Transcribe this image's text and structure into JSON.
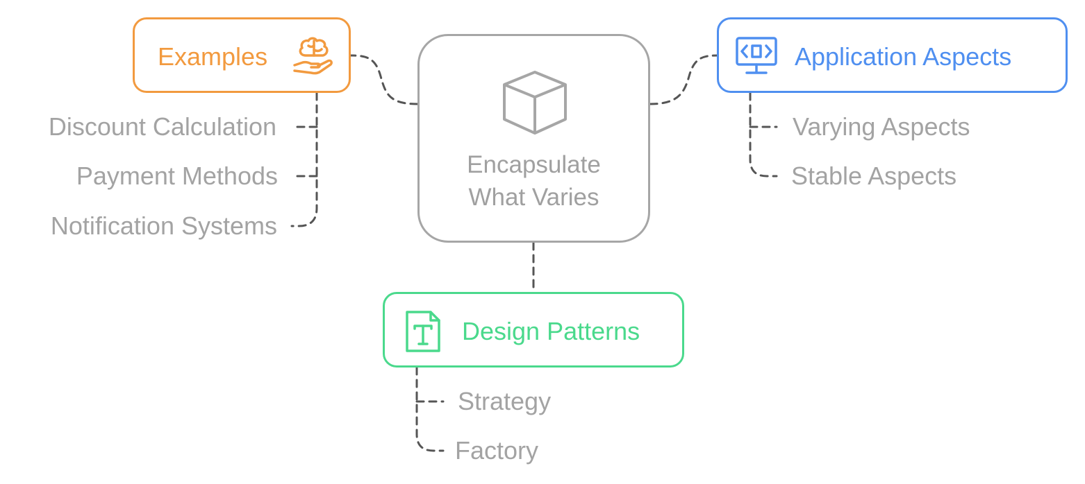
{
  "center": {
    "line1": "Encapsulate",
    "line2": "What Varies",
    "icon": "cube-icon"
  },
  "examples": {
    "title": "Examples",
    "icon": "brain-hand-icon",
    "items": [
      "Discount Calculation",
      "Payment Methods",
      "Notification Systems"
    ]
  },
  "application_aspects": {
    "title": "Application Aspects",
    "icon": "monitor-code-icon",
    "items": [
      "Varying Aspects",
      "Stable Aspects"
    ]
  },
  "design_patterns": {
    "title": "Design Patterns",
    "icon": "text-document-icon",
    "items": [
      "Strategy",
      "Factory"
    ]
  },
  "colors": {
    "center": "#a6a6a6",
    "examples": "#f29a3f",
    "application_aspects": "#4f8ff0",
    "design_patterns": "#4ad98c",
    "connector": "#555555",
    "leaf_text": "#a3a3a3"
  }
}
